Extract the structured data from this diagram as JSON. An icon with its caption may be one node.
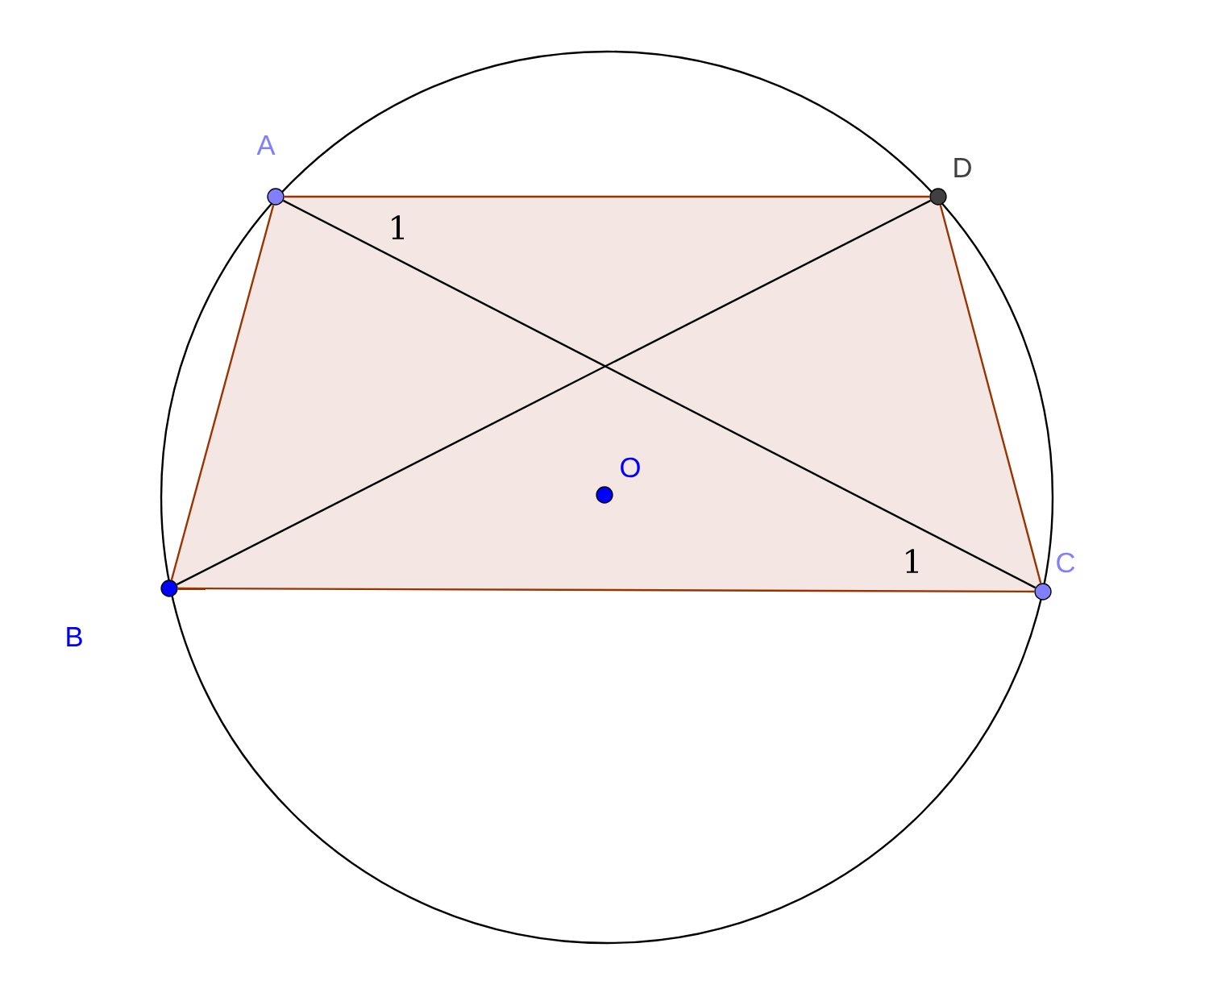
{
  "diagram": {
    "nodes": [
      {
        "text": [
          "A"
        ]
      },
      {
        "text": [
          "D"
        ]
      },
      {
        "text": [
          "B"
        ]
      },
      {
        "text": [
          "C"
        ]
      },
      {
        "text": [
          "O"
        ]
      }
    ],
    "edges": [
      {
        "from": 0,
        "to": 1,
        "arrow": "none"
      },
      {
        "from": 1,
        "to": 3,
        "arrow": "none"
      },
      {
        "from": 3,
        "to": 2,
        "arrow": "none"
      },
      {
        "from": 2,
        "to": 0,
        "arrow": "none"
      },
      {
        "from": 0,
        "to": 3,
        "arrow": "none",
        "color": "#000000"
      },
      {
        "from": 2,
        "to": 1,
        "arrow": "none",
        "color": "#000000"
      }
    ],
    "labels": [
      "1",
      "1"
    ]
  }
}
